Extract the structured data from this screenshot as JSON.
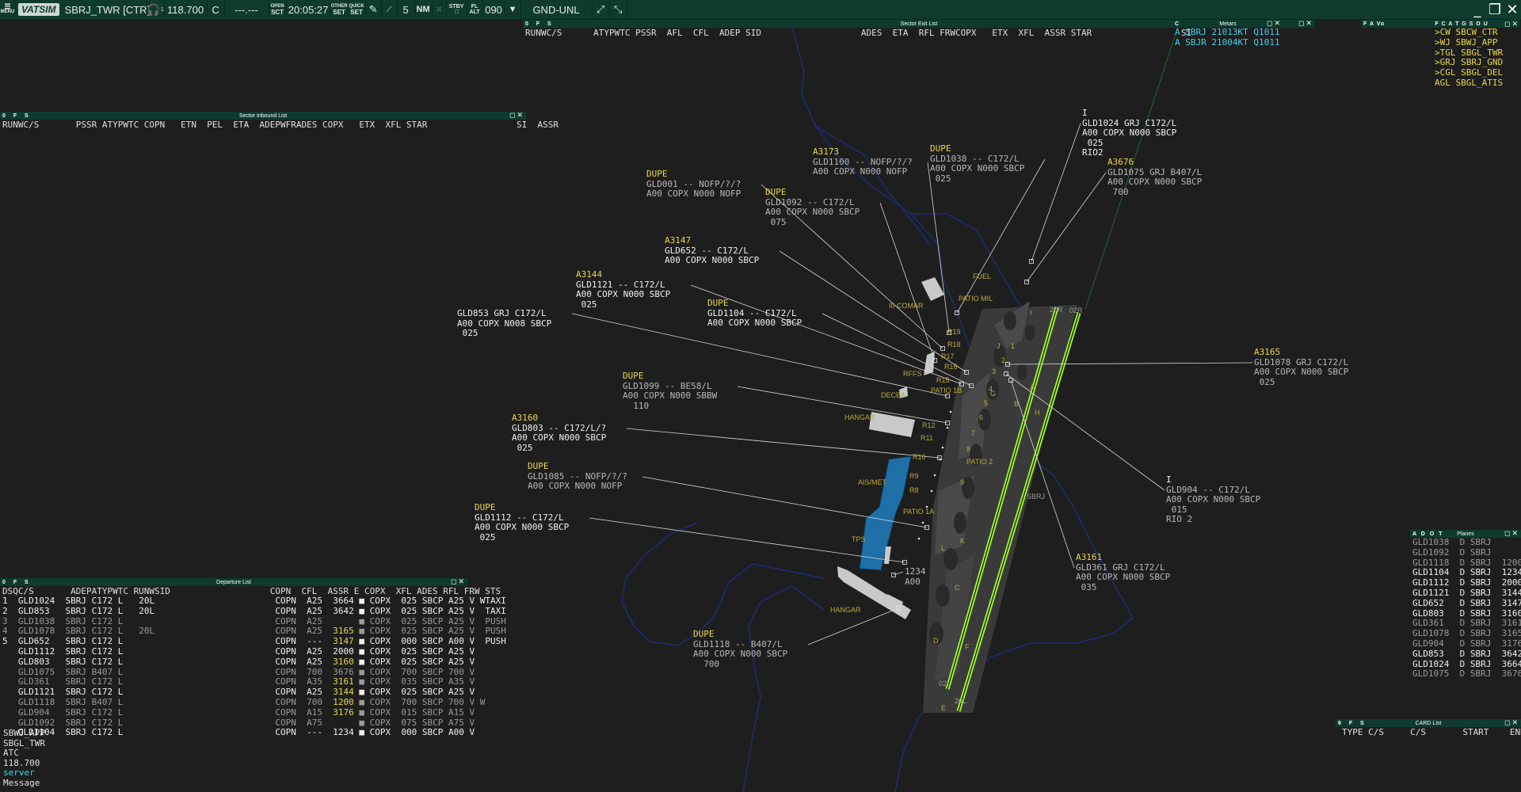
{
  "topbar": {
    "menu_label": "MENU",
    "logo": "VATSIM",
    "callsign": "SBRJ_TWR [CTR]",
    "headset_sub": "1",
    "frequency": "118.700",
    "mode": "C",
    "squawk_blank": "---.---",
    "open_label": "OPEN",
    "sct_label": "SCT",
    "clock": "20:05:27",
    "other_label": "OTHER",
    "set_label": "SET",
    "quick_label": "QUICK",
    "set2_label": "SET",
    "range": "5",
    "range_unit": "NM",
    "stby_label": "STBY",
    "fl_label": "FL",
    "alt_label": "ALT",
    "transition": "090",
    "filter": "GND-UNL"
  },
  "exit_list": {
    "title": "Sector Exit List",
    "flags": "0 F S",
    "columns": "RUNWC/S      ATYPWTC PSSR  AFL  CFL  ADEP SID                   ADES  ETA  RFL FRWCOPX   ETX  XFL  ASSR STAR                 SI"
  },
  "inbound_list": {
    "title": "Sector Inbound List",
    "flags": "0 F S",
    "columns": "RUNWC/S       PSSR ATYPWTC COPN   ETN  PEL  ETA  ADEPWFRADES COPX   ETX  XFL STAR                 SI  ASSR"
  },
  "metars": {
    "title": "Metars",
    "flags": "C",
    "rows": [
      "A SBRJ 21013KT Q1011",
      "A SBJR 21004KT Q1011"
    ]
  },
  "atc_list": {
    "flags": "F A Vo",
    "flags2": "F C A T G S O U",
    "rows": [
      ">CW SBCW_CTR",
      ">WJ SBWJ_APP",
      ">TGL SBGL_TWR",
      ">GRJ SBRJ_GND",
      ">CGL SBGL_DEL",
      "AGL SBGL_ATIS"
    ]
  },
  "departure_list": {
    "title": "Departure List",
    "flags": "0 F S",
    "columns": "DSQC/S       ADEPATYPWTC RUNWSID                   COPN  CFL  ASSR E COPX  XFL ADES RFL FRW STS",
    "rows": [
      {
        "seq": "1",
        "cs": "GLD1024",
        "adep": "SBRJ",
        "atyp": "C172",
        "wtc": "L",
        "runw": "20L",
        "copn": "COPN",
        "cfl": "A25",
        "assr": "3664",
        "copx": "COPX",
        "xfl": "025",
        "ades": "SBCP",
        "rfl": "A25",
        "frw": "V",
        "flag": "W",
        "sts": "TAXI",
        "style": "w"
      },
      {
        "seq": "2",
        "cs": "GLD853",
        "adep": "SBRJ",
        "atyp": "C172",
        "wtc": "L",
        "runw": "20L",
        "copn": "COPN",
        "cfl": "A25",
        "assr": "3642",
        "copx": "COPX",
        "xfl": "025",
        "ades": "SBCP",
        "rfl": "A25",
        "frw": "V",
        "flag": "",
        "sts": "TAXI",
        "style": "w"
      },
      {
        "seq": "3",
        "cs": "GLD1038",
        "adep": "SBRJ",
        "atyp": "C172",
        "wtc": "L",
        "runw": "",
        "copn": "COPN",
        "cfl": "A25",
        "assr": "",
        "copx": "COPX",
        "xfl": "025",
        "ades": "SBCP",
        "rfl": "A25",
        "frw": "V",
        "flag": "",
        "sts": "PUSH",
        "style": "g"
      },
      {
        "seq": "4",
        "cs": "GLD1078",
        "adep": "SBRJ",
        "atyp": "C172",
        "wtc": "L",
        "runw": "20L",
        "copn": "COPN",
        "cfl": "A25",
        "assr": "3165",
        "copx": "COPX",
        "xfl": "025",
        "ades": "SBCP",
        "rfl": "A25",
        "frw": "V",
        "flag": "",
        "sts": "PUSH",
        "style": "g"
      },
      {
        "seq": "5",
        "cs": "GLD652",
        "adep": "SBRJ",
        "atyp": "C172",
        "wtc": "L",
        "runw": "",
        "copn": "COPN",
        "cfl": "---",
        "assr": "3147",
        "copx": "COPX",
        "xfl": "000",
        "ades": "SBCP",
        "rfl": "A00",
        "frw": "V",
        "flag": "",
        "sts": "PUSH",
        "style": "w"
      },
      {
        "seq": "",
        "cs": "GLD1112",
        "adep": "SBRJ",
        "atyp": "C172",
        "wtc": "L",
        "runw": "",
        "copn": "COPN",
        "cfl": "A25",
        "assr": "2000",
        "copx": "COPX",
        "xfl": "025",
        "ades": "SBCP",
        "rfl": "A25",
        "frw": "V",
        "flag": "",
        "sts": "",
        "style": "w"
      },
      {
        "seq": "",
        "cs": "GLD803",
        "adep": "SBRJ",
        "atyp": "C172",
        "wtc": "L",
        "runw": "",
        "copn": "COPN",
        "cfl": "A25",
        "assr": "3160",
        "copx": "COPX",
        "xfl": "025",
        "ades": "SBCP",
        "rfl": "A25",
        "frw": "V",
        "flag": "",
        "sts": "",
        "style": "w"
      },
      {
        "seq": "",
        "cs": "GLD1075",
        "adep": "SBRJ",
        "atyp": "B407",
        "wtc": "L",
        "runw": "",
        "copn": "COPN",
        "cfl": "700",
        "assr": "3676",
        "copx": "COPX",
        "xfl": "700",
        "ades": "SBCP",
        "rfl": "700",
        "frw": "V",
        "flag": "",
        "sts": "",
        "style": "g"
      },
      {
        "seq": "",
        "cs": "GLD361",
        "adep": "SBRJ",
        "atyp": "C172",
        "wtc": "L",
        "runw": "",
        "copn": "COPN",
        "cfl": "A35",
        "assr": "3161",
        "copx": "COPX",
        "xfl": "035",
        "ades": "SBCP",
        "rfl": "A35",
        "frw": "V",
        "flag": "",
        "sts": "",
        "style": "g"
      },
      {
        "seq": "",
        "cs": "GLD1121",
        "adep": "SBRJ",
        "atyp": "C172",
        "wtc": "L",
        "runw": "",
        "copn": "COPN",
        "cfl": "A25",
        "assr": "3144",
        "copx": "COPX",
        "xfl": "025",
        "ades": "SBCP",
        "rfl": "A25",
        "frw": "V",
        "flag": "",
        "sts": "",
        "style": "w"
      },
      {
        "seq": "",
        "cs": "GLD1118",
        "adep": "SBRJ",
        "atyp": "B407",
        "wtc": "L",
        "runw": "",
        "copn": "COPN",
        "cfl": "700",
        "assr": "1200",
        "copx": "COPX",
        "xfl": "700",
        "ades": "SBCP",
        "rfl": "700",
        "frw": "V",
        "flag": "W",
        "sts": "",
        "style": "g"
      },
      {
        "seq": "",
        "cs": "GLD904",
        "adep": "SBRJ",
        "atyp": "C172",
        "wtc": "L",
        "runw": "",
        "copn": "COPN",
        "cfl": "A15",
        "assr": "3176",
        "copx": "COPX",
        "xfl": "015",
        "ades": "SBCP",
        "rfl": "A15",
        "frw": "V",
        "flag": "",
        "sts": "",
        "style": "g"
      },
      {
        "seq": "",
        "cs": "GLD1092",
        "adep": "SBRJ",
        "atyp": "C172",
        "wtc": "L",
        "runw": "",
        "copn": "COPN",
        "cfl": "A75",
        "assr": "",
        "copx": "COPX",
        "xfl": "075",
        "ades": "SBCP",
        "rfl": "A75",
        "frw": "V",
        "flag": "",
        "sts": "",
        "style": "g"
      },
      {
        "seq": "",
        "cs": "GLD1104",
        "adep": "SBRJ",
        "atyp": "C172",
        "wtc": "L",
        "runw": "",
        "copn": "COPN",
        "cfl": "---",
        "assr": "1234",
        "copx": "COPX",
        "xfl": "000",
        "ades": "SBCP",
        "rfl": "A00",
        "frw": "V",
        "flag": "",
        "sts": "",
        "style": "w"
      }
    ]
  },
  "planes_list": {
    "title": "Planes",
    "flags": "A D O T",
    "rows": [
      {
        "cs": "GLD1038",
        "d": "D",
        "ap": "SBRJ",
        "sq": "",
        "style": "g"
      },
      {
        "cs": "GLD1092",
        "d": "D",
        "ap": "SBRJ",
        "sq": "",
        "style": "g"
      },
      {
        "cs": "GLD1118",
        "d": "D",
        "ap": "SBRJ",
        "sq": "1200",
        "style": "g"
      },
      {
        "cs": "GLD1104",
        "d": "D",
        "ap": "SBRJ",
        "sq": "1234",
        "style": "w"
      },
      {
        "cs": "GLD1112",
        "d": "D",
        "ap": "SBRJ",
        "sq": "2000",
        "style": "w"
      },
      {
        "cs": "GLD1121",
        "d": "D",
        "ap": "SBRJ",
        "sq": "3144",
        "style": "w"
      },
      {
        "cs": "GLD652",
        "d": "D",
        "ap": "SBRJ",
        "sq": "3147",
        "style": "w"
      },
      {
        "cs": "GLD803",
        "d": "D",
        "ap": "SBRJ",
        "sq": "3160",
        "style": "w"
      },
      {
        "cs": "GLD361",
        "d": "D",
        "ap": "SBRJ",
        "sq": "3161",
        "style": "g"
      },
      {
        "cs": "GLD1078",
        "d": "D",
        "ap": "SBRJ",
        "sq": "3165",
        "style": "g"
      },
      {
        "cs": "GLD904",
        "d": "D",
        "ap": "SBRJ",
        "sq": "3176",
        "style": "g"
      },
      {
        "cs": "GLD853",
        "d": "D",
        "ap": "SBRJ",
        "sq": "3642",
        "style": "w"
      },
      {
        "cs": "GLD1024",
        "d": "D",
        "ap": "SBRJ",
        "sq": "3664",
        "style": "w"
      },
      {
        "cs": "GLD1075",
        "d": "D",
        "ap": "SBRJ",
        "sq": "3676",
        "style": "g"
      }
    ]
  },
  "card_list": {
    "title": "CARD List",
    "flags": "6 F S",
    "columns": "TYPE C/S     C/S       START    END"
  },
  "status": {
    "lines": [
      "SBWJ_APP",
      "SBGL_TWR",
      "ATC",
      "118.700",
      "server",
      "Message"
    ]
  },
  "tags": [
    {
      "id": "gld1024",
      "l1": "I",
      "l2": "GLD1024 GRJ C172/L",
      "l3": "A00 COPX N000 SBCP",
      "l4": " 025",
      "l5": "RIO2",
      "white": true
    },
    {
      "id": "gld1075",
      "l1": "A3676",
      "l2": "GLD1075 GRJ B407/L",
      "l3": "A00 COPX N000 SBCP",
      "l4": " 700",
      "l5": "",
      "white": false
    },
    {
      "id": "gld1038",
      "l1": "DUPE",
      "l2": "GLD1038 -- C172/L",
      "l3": "A00 COPX N000 SBCP",
      "l4": " 025",
      "l5": "",
      "white": false
    },
    {
      "id": "gld1100",
      "l1": "A3173",
      "l2": "GLD1100 -- NOFP/?/?",
      "l3": "A00 COPX N000 NOFP",
      "l4": "",
      "l5": "",
      "white": false
    },
    {
      "id": "gld001",
      "l1": "DUPE",
      "l2": "GLD001 -- NOFP/?/?",
      "l3": "A00 COPX N000 NOFP",
      "l4": "",
      "l5": "",
      "white": false
    },
    {
      "id": "gld1092",
      "l1": "DUPE",
      "l2": "GLD1092 -- C172/L",
      "l3": "A00 COPX N000 SBCP",
      "l4": " 075",
      "l5": "",
      "white": false
    },
    {
      "id": "gld652",
      "l1": "A3147",
      "l2": "GLD652 -- C172/L",
      "l3": "A00 COPX N000 SBCP",
      "l4": "",
      "l5": "",
      "white": true
    },
    {
      "id": "gld1121",
      "l1": "A3144",
      "l2": "GLD1121 -- C172/L",
      "l3": "A00 COPX N000 SBCP",
      "l4": " 025",
      "l5": "",
      "white": true
    },
    {
      "id": "gld853",
      "l1": "",
      "l2": "GLD853 GRJ C172/L",
      "l3": "A00 COPX N008 SBCP",
      "l4": " 025",
      "l5": "",
      "white": true
    },
    {
      "id": "gld1104",
      "l1": "DUPE",
      "l2": "GLD1104 -- C172/L",
      "l3": "A00 COPX N000 SBCP",
      "l4": "",
      "l5": "",
      "white": true
    },
    {
      "id": "gld1099",
      "l1": "DUPE",
      "l2": "GLD1099 -- BE58/L",
      "l3": "A00 COPX N000 SBBW",
      "l4": "  110",
      "l5": "",
      "white": false
    },
    {
      "id": "gld803",
      "l1": "A3160",
      "l2": "GLD803 -- C172/L/?",
      "l3": "A00 COPX N000 SBCP",
      "l4": " 025",
      "l5": "",
      "white": true
    },
    {
      "id": "gld1085",
      "l1": "DUPE",
      "l2": "GLD1085 -- NOFP/?/?",
      "l3": "A00 COPX N000 NOFP",
      "l4": "",
      "l5": "",
      "white": false
    },
    {
      "id": "gld1112",
      "l1": "DUPE",
      "l2": "GLD1112 -- C172/L",
      "l3": "A00 COPX N000 SBCP",
      "l4": " 025",
      "l5": "",
      "white": true
    },
    {
      "id": "gld1118",
      "l1": "DUPE",
      "l2": "GLD1118 -- B407/L",
      "l3": "A00 COPX N000 SBCP",
      "l4": "  700",
      "l5": "",
      "white": false
    },
    {
      "id": "gld1078",
      "l1": "A3165",
      "l2": "GLD1078 GRJ C172/L",
      "l3": "A00 COPX N000 SBCP",
      "l4": " 025",
      "l5": "",
      "white": false
    },
    {
      "id": "gld904",
      "l1": "I",
      "l2": "GLD904 -- C172/L",
      "l3": "A00 COPX N000 SBCP",
      "l4": " 015",
      "l5": "RIO 2",
      "white": false
    },
    {
      "id": "gld361",
      "l1": "A3161",
      "l2": "GLD361 GRJ C172/L",
      "l3": "A00 COPX N000 SBCP",
      "l4": " 035",
      "l5": "",
      "white": false
    },
    {
      "id": "gld1234",
      "l1": "",
      "l2": "1234",
      "l3": "A00",
      "l4": "",
      "l5": "",
      "white": false
    }
  ],
  "ground_labels": [
    "FUEL",
    "PATIO MIL",
    "III COMAR",
    "R19",
    "R18",
    "R17",
    "R16",
    "R15",
    "RFFS",
    "PATIO 1B",
    "DECEA",
    "HANGAR",
    "R12",
    "R11",
    "R10",
    "AIS/MET",
    "R9",
    "R8",
    "PATIO 1A",
    "TPS",
    "HANGAR",
    "PATIO 2",
    "SBRJ",
    "J",
    "H",
    "G",
    "F",
    "E",
    "D",
    "C",
    "B",
    "A",
    "K",
    "L",
    "I",
    "1",
    "2",
    "3",
    "4",
    "5",
    "6",
    "7",
    "8",
    "9",
    "20L",
    "20R",
    "02L",
    "02R"
  ]
}
